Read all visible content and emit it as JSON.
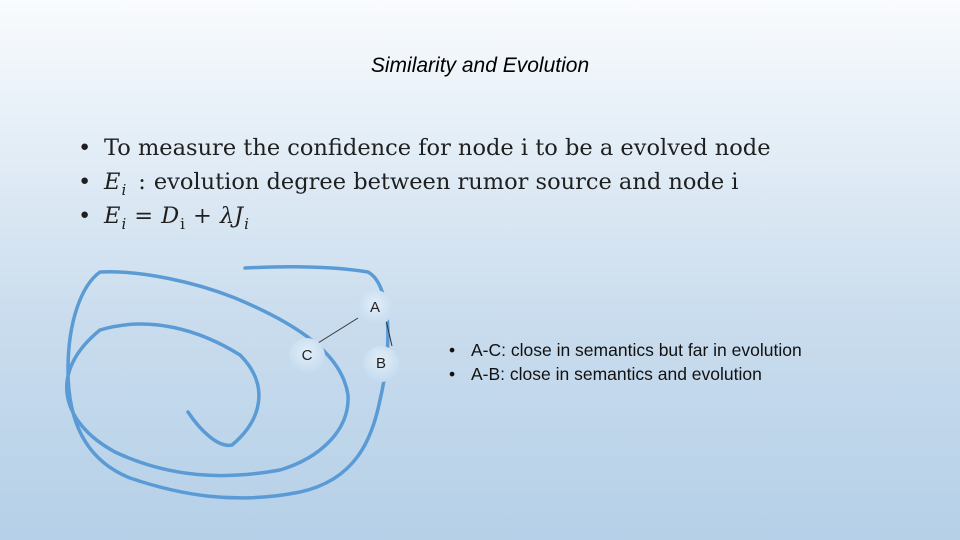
{
  "title": "Similarity and Evolution",
  "bullets": {
    "line1": "To measure the confidence for node i to be a evolved node",
    "line2_text": "evolution degree between rumor source and node i",
    "bullet_symbol": "•",
    "math": {
      "E": "E",
      "i": "i",
      "D": "D",
      "lambda_J": "λJ",
      "equals": "=",
      "plus": "+",
      "colon": ":"
    }
  },
  "nodes": {
    "A": "A",
    "B": "B",
    "C": "C"
  },
  "notes": [
    "A-C: close in semantics but far in evolution",
    "A-B: close in semantics and evolution"
  ],
  "colors": {
    "spiral": "#5b9bd5",
    "edge": "#333333"
  }
}
